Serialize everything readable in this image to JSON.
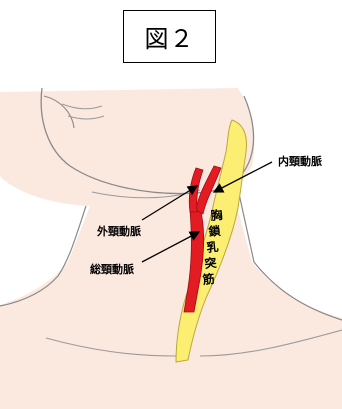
{
  "figure": {
    "title": "図２"
  },
  "labels": {
    "internal_carotid": "内頸動脈",
    "external_carotid": "外頸動脈",
    "common_carotid": "総頸動脈",
    "scm_chars": [
      "胸",
      "鎖",
      "乳",
      "突",
      "筋"
    ]
  },
  "colors": {
    "skin": "#fbe9df",
    "outline": "#8a8a8a",
    "artery": "#e31b23",
    "artery_outline": "#9b0f14",
    "muscle": "#fbee72",
    "muscle_outline": "#b8a93a"
  }
}
